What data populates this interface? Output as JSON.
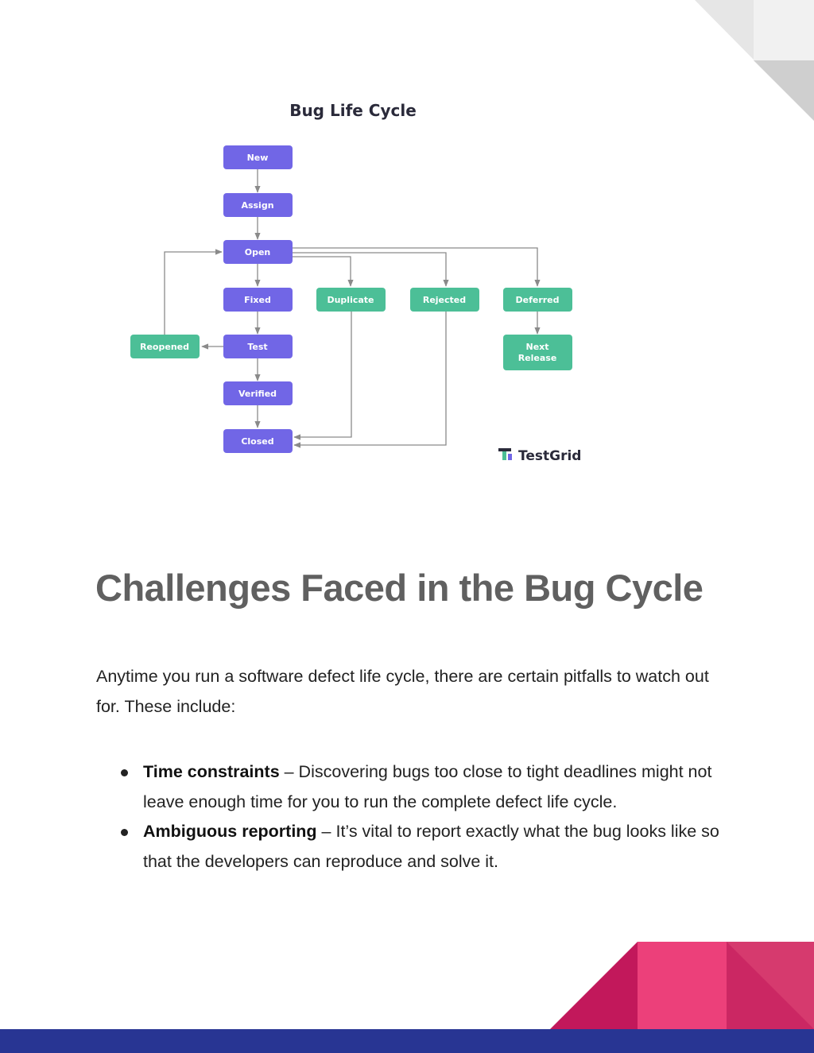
{
  "diagram": {
    "title": "Bug Life Cycle",
    "brand": "TestGrid",
    "colors": {
      "process": "#7166e6",
      "outcome": "#4cbf97",
      "connector": "#8a8a8a"
    },
    "nodes": {
      "new": "New",
      "assign": "Assign",
      "open": "Open",
      "fixed": "Fixed",
      "test": "Test",
      "verified": "Verified",
      "closed": "Closed",
      "duplicate": "Duplicate",
      "rejected": "Rejected",
      "deferred": "Deferred",
      "reopened": "Reopened",
      "next_release_line1": "Next",
      "next_release_line2": "Release"
    }
  },
  "section": {
    "heading": "Challenges Faced in the Bug Cycle",
    "intro": "Anytime you run a software defect life cycle, there are certain pitfalls to watch out for. These include:",
    "bullets": [
      {
        "term": "Time constraints",
        "text": " – Discovering bugs too close to tight deadlines might not leave enough time for you to run the complete defect life cycle."
      },
      {
        "term": "Ambiguous reporting",
        "text": " – It’s vital to report exactly what the bug looks like so that the developers can reproduce and solve it."
      }
    ]
  },
  "theme": {
    "accent_pink": "#ec407a",
    "accent_navy": "#283593",
    "heading_gray": "#606060"
  }
}
